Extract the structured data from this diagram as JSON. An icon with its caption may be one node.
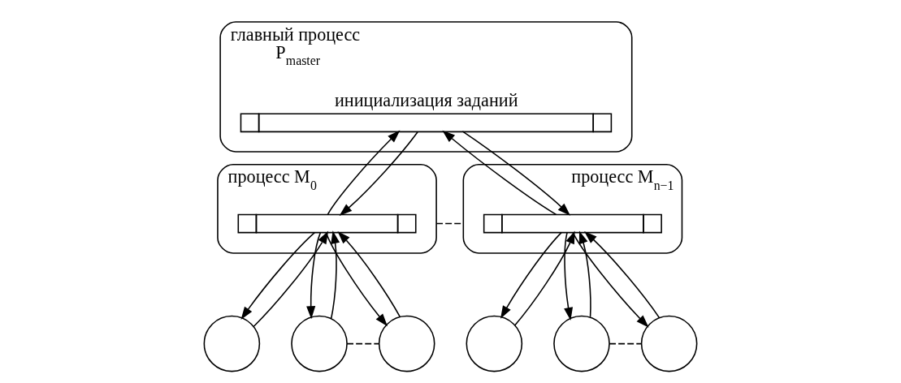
{
  "diagram": {
    "nodes": [
      {
        "text": [
          "главный процесс",
          "P$_{master}$"
        ]
      },
      {
        "text": [
          "инициализация заданий"
        ],
        "in": 0
      },
      {
        "text": [
          "процесс M$_{0}$"
        ]
      },
      {
        "text": [],
        "shape": "bar",
        "in": 2
      },
      {
        "text": [
          "процесс M$_{n−1}$"
        ]
      },
      {
        "text": [],
        "shape": "bar",
        "in": 4
      },
      {
        "text": [],
        "shape": "circle"
      },
      {
        "text": [],
        "shape": "circle"
      },
      {
        "text": [],
        "shape": "circle"
      },
      {
        "text": [],
        "shape": "circle"
      },
      {
        "text": [],
        "shape": "circle"
      },
      {
        "text": [],
        "shape": "circle"
      }
    ],
    "edges": [
      {
        "from": 3,
        "to": 1,
        "arrow": "to"
      },
      {
        "from": 1,
        "to": 3,
        "arrow": "to"
      },
      {
        "from": 1,
        "to": 5,
        "arrow": "to"
      },
      {
        "from": 5,
        "to": 1,
        "arrow": "to"
      },
      {
        "from": 2,
        "to": 4,
        "arrow": "none",
        "style": "dashed"
      },
      {
        "from": 6,
        "to": 3,
        "arrow": "to"
      },
      {
        "from": 3,
        "to": 6,
        "arrow": "to"
      },
      {
        "from": 7,
        "to": 3,
        "arrow": "to"
      },
      {
        "from": 3,
        "to": 7,
        "arrow": "to"
      },
      {
        "from": 8,
        "to": 3,
        "arrow": "to"
      },
      {
        "from": 3,
        "to": 8,
        "arrow": "to"
      },
      {
        "from": 7,
        "to": 8,
        "arrow": "none",
        "style": "dashed"
      },
      {
        "from": 9,
        "to": 5,
        "arrow": "to"
      },
      {
        "from": 5,
        "to": 9,
        "arrow": "to"
      },
      {
        "from": 10,
        "to": 5,
        "arrow": "to"
      },
      {
        "from": 5,
        "to": 10,
        "arrow": "to"
      },
      {
        "from": 11,
        "to": 5,
        "arrow": "to"
      },
      {
        "from": 5,
        "to": 11,
        "arrow": "to"
      },
      {
        "from": 10,
        "to": 11,
        "arrow": "none",
        "style": "dashed"
      }
    ]
  }
}
